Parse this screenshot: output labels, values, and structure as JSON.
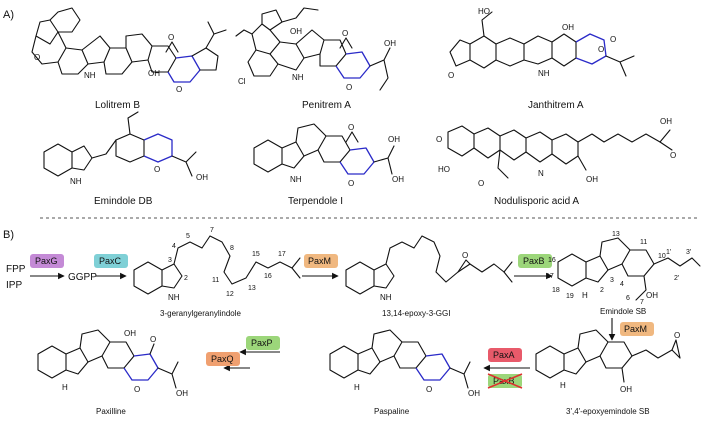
{
  "sections": {
    "a": "A)",
    "b": "B)"
  },
  "compounds_a": {
    "lolitrem_b": "Lolitrem B",
    "penitrem_a": "Penitrem A",
    "janthitrem_a": "Janthitrem A",
    "emindole_db": "Emindole DB",
    "terpendole_i": "Terpendole I",
    "nodulisporic_acid_a": "Nodulisporic acid A"
  },
  "compounds_b": {
    "fpp": "FPP",
    "ipp": "IPP",
    "ggpp": "GGPP",
    "ggi": "3-geranylgeranylindole",
    "epoxy_ggi": "13,14-epoxy-3-GGI",
    "emindole_sb": "Emindole SB",
    "epoxyemindole_sb": "3',4'-epoxyemindole SB",
    "paspaline": "Paspaline",
    "paxilline": "Paxilline"
  },
  "enzymes": [
    {
      "id": "paxg",
      "label": "PaxG",
      "color": "#c48ad6"
    },
    {
      "id": "paxc",
      "label": "PaxC",
      "color": "#7fd0d6"
    },
    {
      "id": "paxm1",
      "label": "PaxM",
      "color": "#f0b880"
    },
    {
      "id": "paxb1",
      "label": "PaxB",
      "color": "#9cd67a"
    },
    {
      "id": "paxm2",
      "label": "PaxM",
      "color": "#f0b880"
    },
    {
      "id": "paxa",
      "label": "PaxA",
      "color": "#e85a6a"
    },
    {
      "id": "paxb2",
      "label": "PaxB",
      "color": "#9cd67a",
      "crossed": true
    },
    {
      "id": "paxq",
      "label": "PaxQ",
      "color": "#f0a070"
    },
    {
      "id": "paxp",
      "label": "PaxP",
      "color": "#9cd67a"
    }
  ],
  "atoms": {
    "o": "O",
    "oh": "OH",
    "h": "H",
    "nh": "NH",
    "n": "N",
    "cl": "Cl",
    "oh_acid": "OH"
  },
  "ggi_numbers": [
    "2",
    "3",
    "4",
    "5",
    "7",
    "8",
    "11",
    "12",
    "13",
    "15",
    "16",
    "17"
  ],
  "emindole_numbers": [
    "16",
    "17",
    "18",
    "19",
    "2",
    "3",
    "4",
    "6",
    "7",
    "10",
    "11",
    "13",
    "1'",
    "2'",
    "3'"
  ]
}
